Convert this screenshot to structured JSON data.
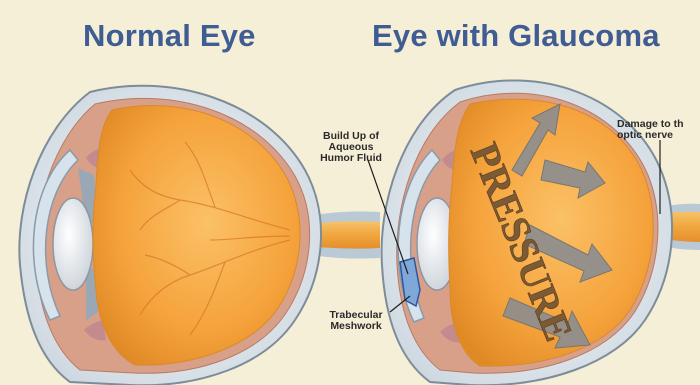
{
  "titles": {
    "normal": "Normal Eye",
    "glaucoma": "Eye with Glaucoma"
  },
  "labels": {
    "aqueous_fluid": "Build Up of\nAqueous\nHumor Fluid",
    "trabecular": "Trabecular\nMeshwork",
    "optic_damage": "Damage to th\noptic nerve"
  },
  "pressure_word": "PRESSURE",
  "colors": {
    "background": "#f6efd8",
    "title": "#3f5c93",
    "vitreous": "#f5a23b",
    "sclera": "#e8eef3",
    "lens": "#e7ebf0",
    "optic_nerve": "#f0a63d",
    "arrow": "#8d8e8f",
    "damage": "#e0482a"
  }
}
